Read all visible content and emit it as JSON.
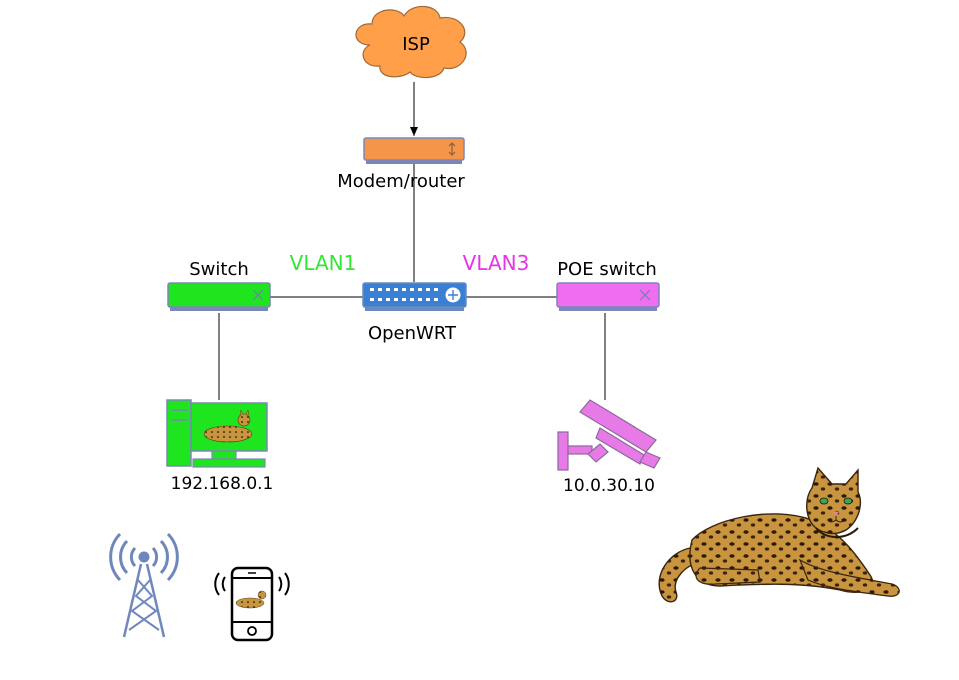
{
  "isp": {
    "label": "ISP"
  },
  "modem": {
    "label": "Modem/router"
  },
  "openwrt": {
    "label": "OpenWRT"
  },
  "switch": {
    "label": "Switch"
  },
  "poe_switch": {
    "label": "POE switch"
  },
  "vlans": {
    "vlan1": {
      "label": "VLAN1",
      "color": "#33e633"
    },
    "vlan3": {
      "label": "VLAN3",
      "color": "#e633e6"
    }
  },
  "pc": {
    "ip": "192.168.0.1"
  },
  "camera": {
    "ip": "10.0.30.10"
  },
  "colors": {
    "isp_cloud": "#ff9f4a",
    "modem": "#f5954a",
    "openwrt": "#3b7fd3",
    "switch": "#1fe51f",
    "poe_switch": "#f06cf0",
    "camera": "#e87ae8",
    "tower": "#6f87bd",
    "cat_fur": "#c8943e",
    "cat_spot": "#2a1a0a"
  },
  "icons": [
    "cloud-icon",
    "modem-router-icon",
    "openwrt-router-icon",
    "switch-icon",
    "poe-switch-icon",
    "desktop-pc-icon",
    "security-camera-icon",
    "cell-tower-icon",
    "smartphone-icon",
    "bengal-cat-illustration"
  ]
}
